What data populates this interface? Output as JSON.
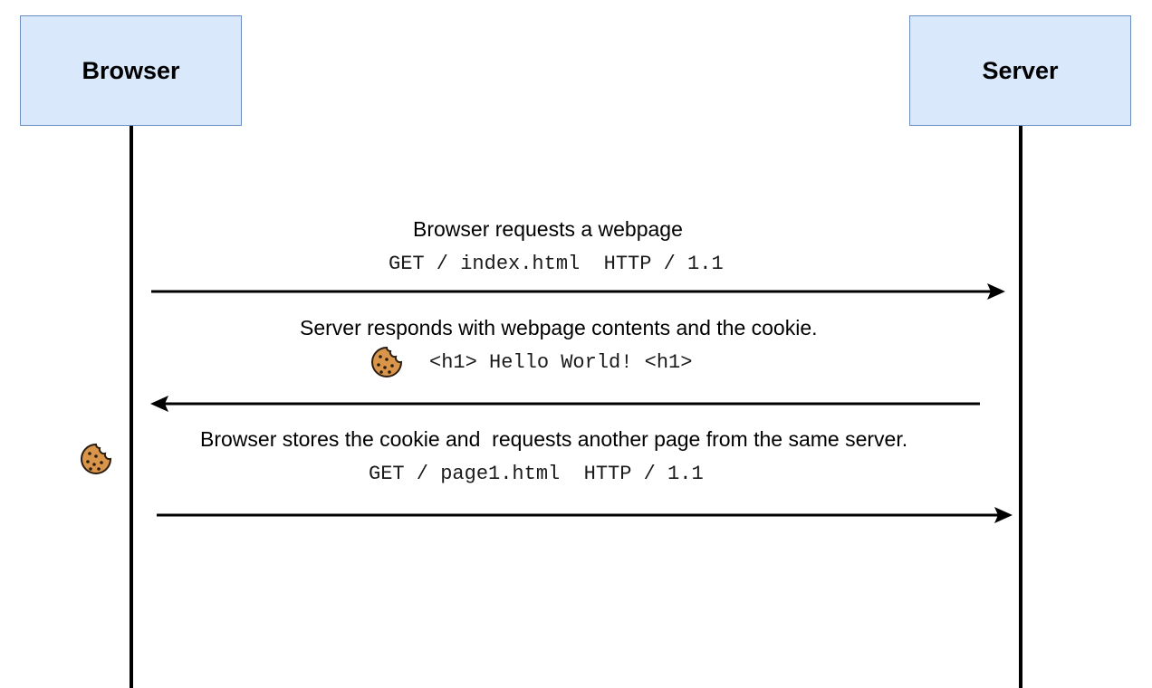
{
  "actors": {
    "browser": "Browser",
    "server": "Server"
  },
  "messages": [
    {
      "description": "Browser requests a webpage",
      "code": "GET / index.html  HTTP / 1.1",
      "direction": "browser-to-server"
    },
    {
      "description": "Server responds with webpage contents and the cookie.",
      "code": "<h1> Hello World! <h1>",
      "direction": "server-to-browser",
      "icon": "cookie-icon"
    },
    {
      "description": "Browser stores the cookie and  requests another page from the same server.",
      "code": "GET / page1.html  HTTP / 1.1",
      "direction": "browser-to-server"
    }
  ],
  "stored_cookie_icon": "cookie-icon",
  "colors": {
    "actor_fill": "#dae8fc",
    "actor_border": "#6c8ebf",
    "cookie": "#d9954a",
    "cookie_outline": "#2b1d12"
  }
}
